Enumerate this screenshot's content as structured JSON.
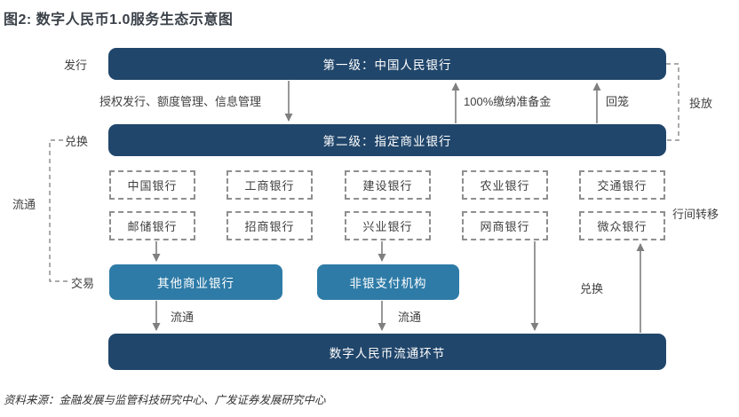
{
  "title": "图2: 数字人民币1.0服务生态示意图",
  "source": "资料来源：金融发展与监管科技研究中心、广发证券发展研究中心",
  "colors": {
    "dark_bar": "#21466b",
    "blue_box": "#2e7ba7",
    "arrow": "#7f7f7f",
    "dashed": "#8f8f8f",
    "label": "#3f3f3f",
    "title": "#3a4149"
  },
  "tiers": {
    "tier1": "第一级：中国人民银行",
    "tier2": "第二级：指定商业银行",
    "bottom": "数字人民币流通环节"
  },
  "labels": {
    "issue": "发行",
    "authorize": "授权发行、额度管理、信息管理",
    "reserve": "100%缴纳准备金",
    "recall": "回笼",
    "inject": "投放",
    "exchange_left": "兑换",
    "circulate_left": "流通",
    "trade": "交易",
    "interbank": "行间转移",
    "circulate_1": "流通",
    "circulate_2": "流通",
    "exchange_mid": "兑换"
  },
  "banks": {
    "row1": [
      "中国银行",
      "工商银行",
      "建设银行",
      "农业银行",
      "交通银行"
    ],
    "row2": [
      "邮储银行",
      "招商银行",
      "兴业银行",
      "网商银行",
      "微众银行"
    ]
  },
  "institutions": {
    "other_banks": "其他商业银行",
    "nonbank": "非银支付机构"
  }
}
